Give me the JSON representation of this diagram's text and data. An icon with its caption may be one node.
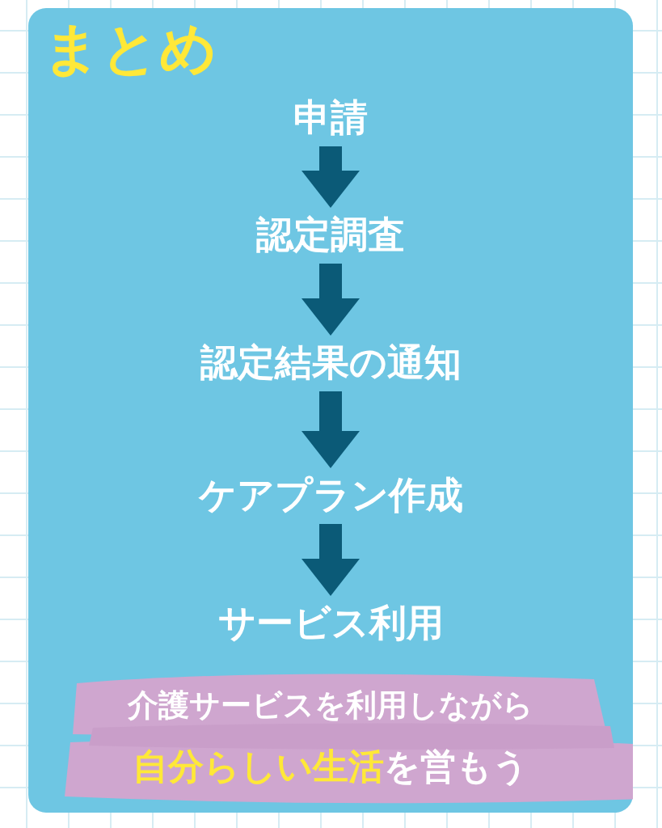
{
  "diagram": {
    "title": "まとめ",
    "nodes": [
      {
        "text": [
          "申請"
        ]
      },
      {
        "text": [
          "認定調査"
        ]
      },
      {
        "text": [
          "認定結果の通知"
        ]
      },
      {
        "text": [
          "ケアプラン作成"
        ]
      },
      {
        "text": [
          "サービス利用"
        ]
      }
    ],
    "edges": [
      {
        "from": 0,
        "to": 1,
        "arrow": "to"
      },
      {
        "from": 1,
        "to": 2,
        "arrow": "to"
      },
      {
        "from": 2,
        "to": 3,
        "arrow": "to"
      },
      {
        "from": 3,
        "to": 4,
        "arrow": "to"
      }
    ],
    "labels": [
      "介護サービスを利用しながら",
      "**自分らしい生活**を営もう"
    ]
  }
}
